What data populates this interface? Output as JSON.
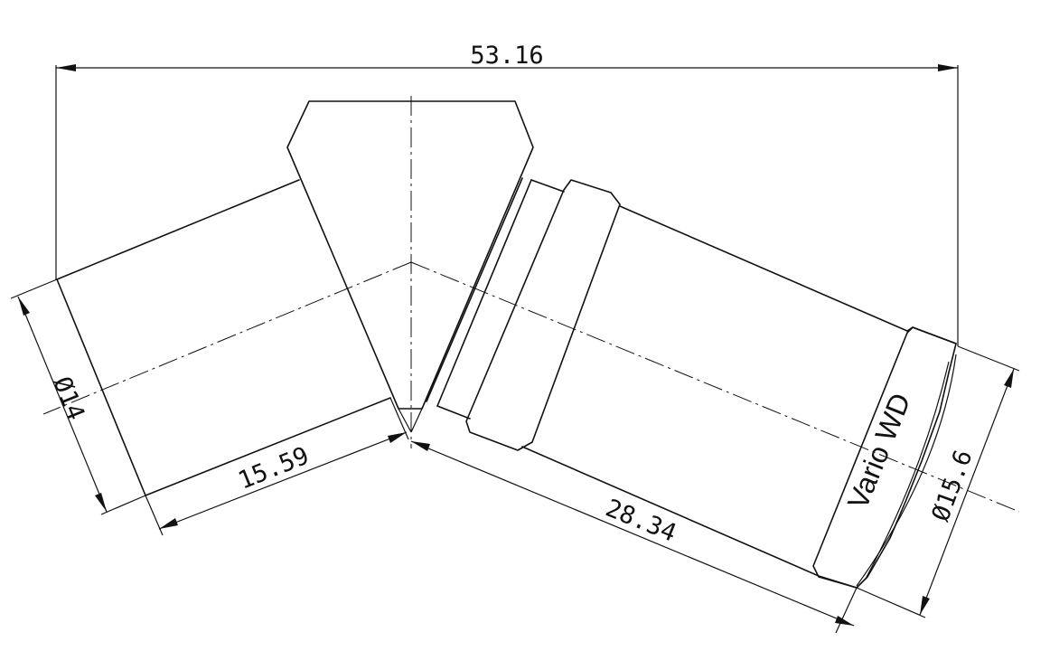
{
  "dimensions": {
    "overall_length": "53.16",
    "left_tube_diameter": "Ø14",
    "left_tube_length": "15.59",
    "right_tube_length": "28.34",
    "right_tube_diameter": "Ø15.6"
  },
  "label": {
    "brand": "Vario WD"
  },
  "colors": {
    "line": "#111111",
    "background": "#ffffff"
  }
}
